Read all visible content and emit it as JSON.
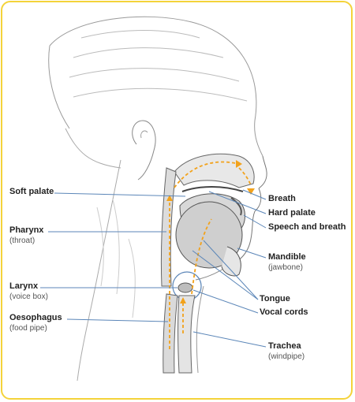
{
  "labels": {
    "soft_palate": {
      "title": "Soft palate"
    },
    "pharynx": {
      "title": "Pharynx",
      "sub": "(throat)"
    },
    "larynx": {
      "title": "Larynx",
      "sub": "(voice box)"
    },
    "oesophagus": {
      "title": "Oesophagus",
      "sub": "(food pipe)"
    },
    "breath": {
      "title": "Breath"
    },
    "hard_palate": {
      "title": "Hard palate"
    },
    "speech_breath": {
      "title": "Speech and breath"
    },
    "mandible": {
      "title": "Mandible",
      "sub": "(jawbone)"
    },
    "tongue": {
      "title": "Tongue"
    },
    "vocal_cords": {
      "title": "Vocal cords"
    },
    "trachea": {
      "title": "Trachea",
      "sub": "(windpipe)"
    }
  },
  "colors": {
    "frame": "#f4d33a",
    "leader_line": "#5b86b8",
    "airflow_arrow": "#f2a21b",
    "sketch": "#8a8a8a"
  }
}
